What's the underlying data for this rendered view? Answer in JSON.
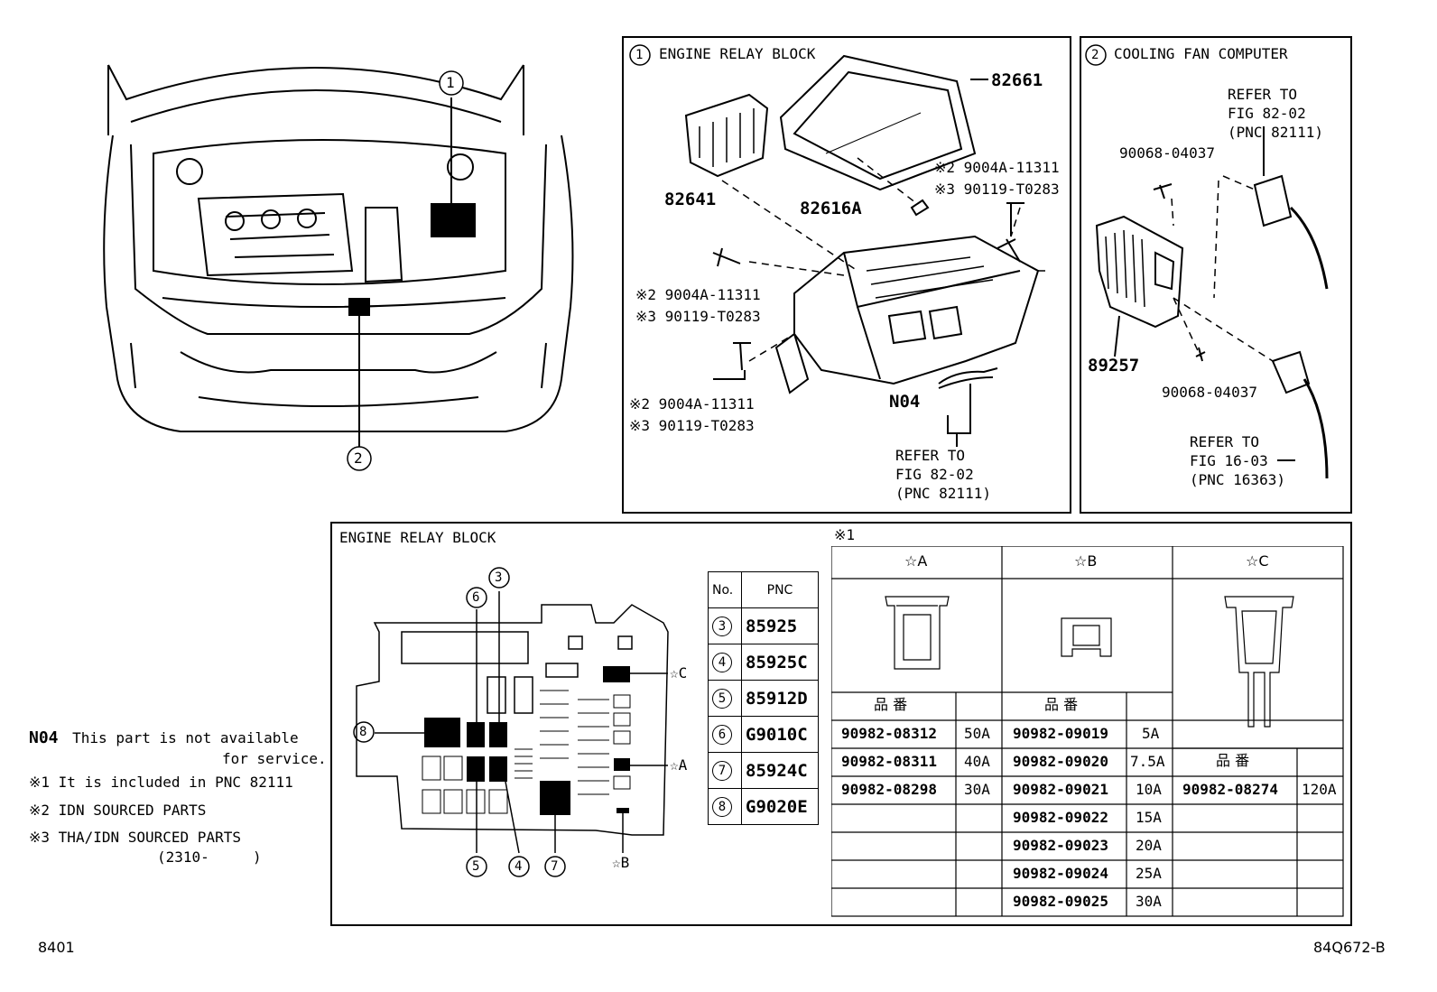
{
  "vehicle_view": {
    "callouts": [
      "1",
      "2"
    ]
  },
  "panel1": {
    "title": "ENGINE RELAY BLOCK",
    "num": "1",
    "parts": {
      "cover": "82661",
      "block": "82641",
      "clip": "82616A",
      "n04": "N04",
      "bolt_a1": "※2 9004A-11311",
      "bolt_a2": "※3 90119-T0283",
      "bolt_b1": "※2 9004A-11311",
      "bolt_b2": "※3 90119-T0283",
      "bolt_c1": "※2 9004A-11311",
      "bolt_c2": "※3 90119-T0283"
    },
    "refer": [
      "REFER TO",
      "FIG 82-02",
      "(PNC 82111)"
    ]
  },
  "panel2": {
    "title": "COOLING FAN COMPUTER",
    "num": "2",
    "parts": {
      "screw_top": "90068-04037",
      "screw_bottom": "90068-04037",
      "computer": "89257"
    },
    "refer_top": [
      "REFER TO",
      "FIG 82-02",
      "(PNC 82111)"
    ],
    "refer_bottom": [
      "REFER TO",
      "FIG 16-03",
      "(PNC 16363)"
    ]
  },
  "relay_panel": {
    "title": "ENGINE RELAY BLOCK",
    "callouts": [
      "3",
      "4",
      "5",
      "6",
      "7",
      "8"
    ],
    "star_labels": {
      "a": "☆A",
      "b": "☆B",
      "c": "☆C"
    }
  },
  "pnc_table": {
    "headers": [
      "No.",
      "PNC"
    ],
    "rows": [
      {
        "no": "3",
        "pnc": "85925"
      },
      {
        "no": "4",
        "pnc": "85925C"
      },
      {
        "no": "5",
        "pnc": "85912D"
      },
      {
        "no": "6",
        "pnc": "G9010C"
      },
      {
        "no": "7",
        "pnc": "85924C"
      },
      {
        "no": "8",
        "pnc": "G9020E"
      }
    ]
  },
  "fuse_table": {
    "note": "※1",
    "col_a": "☆A",
    "col_b": "☆B",
    "col_c": "☆C",
    "part_no_label": "品 番",
    "a_rows": [
      [
        "90982-08312",
        "50A"
      ],
      [
        "90982-08311",
        "40A"
      ],
      [
        "90982-08298",
        "30A"
      ]
    ],
    "b_rows": [
      [
        "90982-09019",
        "5A"
      ],
      [
        "90982-09020",
        "7.5A"
      ],
      [
        "90982-09021",
        "10A"
      ],
      [
        "90982-09022",
        "15A"
      ],
      [
        "90982-09023",
        "20A"
      ],
      [
        "90982-09024",
        "25A"
      ],
      [
        "90982-09025",
        "30A"
      ]
    ],
    "c_rows": [
      [
        "90982-08274",
        "120A"
      ]
    ]
  },
  "legend": {
    "n04_code": "N04",
    "n04_text_1": "This part is not available",
    "n04_text_2": "for service.",
    "note1": "※1 It is included in PNC 82111",
    "note2": "※2 IDN SOURCED PARTS",
    "note3": "※3 THA/IDN SOURCED PARTS",
    "note3_range": "(2310-     )"
  },
  "footer": {
    "left": "8401",
    "right": "84Q672-B"
  }
}
